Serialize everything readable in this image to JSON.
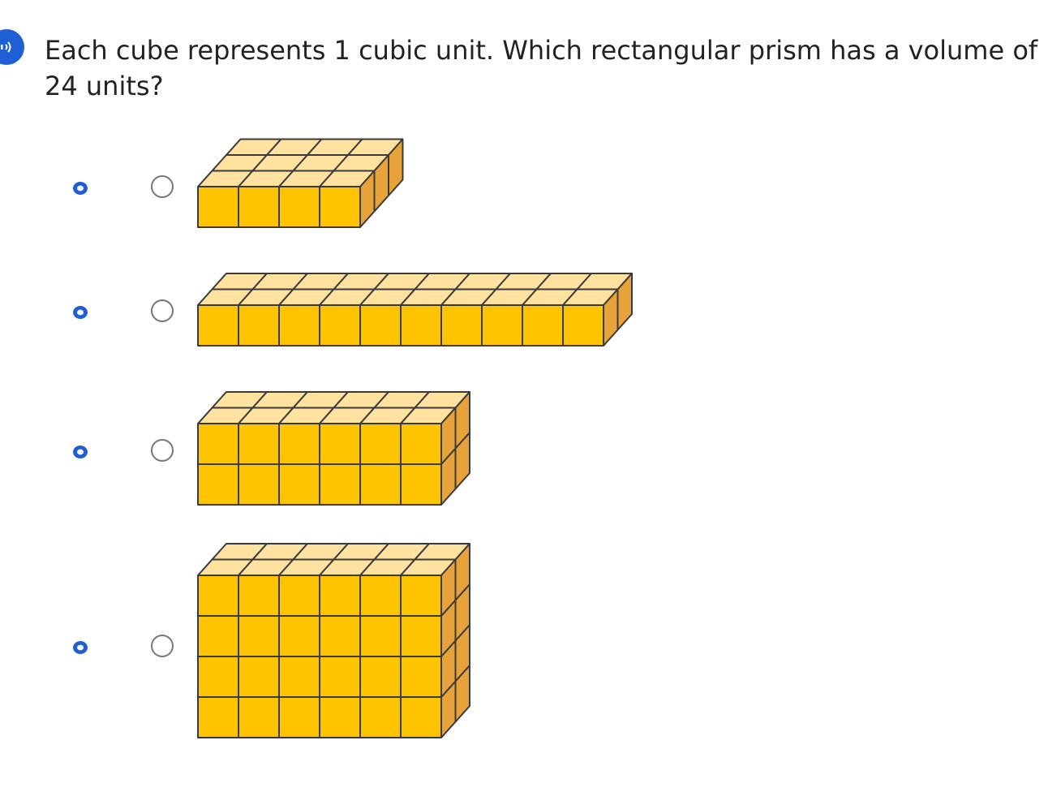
{
  "question": {
    "text": "Each cube represents 1 cubic unit. Which rectangular prism has a volume of 24 units?"
  },
  "audio_button": {
    "icon": "speaker-icon"
  },
  "colors": {
    "cube_front": "#ffc400",
    "cube_top": "#ffe1a0",
    "cube_side": "#e8a23a",
    "outline": "#3a3a3a",
    "accent_blue": "#1f5fd6"
  },
  "options": [
    {
      "id": "A",
      "prism": {
        "length": 4,
        "width": 3,
        "height": 1
      }
    },
    {
      "id": "B",
      "prism": {
        "length": 10,
        "width": 2,
        "height": 1
      }
    },
    {
      "id": "C",
      "prism": {
        "length": 6,
        "width": 2,
        "height": 2
      }
    },
    {
      "id": "D",
      "prism": {
        "length": 6,
        "width": 2,
        "height": 4
      }
    }
  ]
}
